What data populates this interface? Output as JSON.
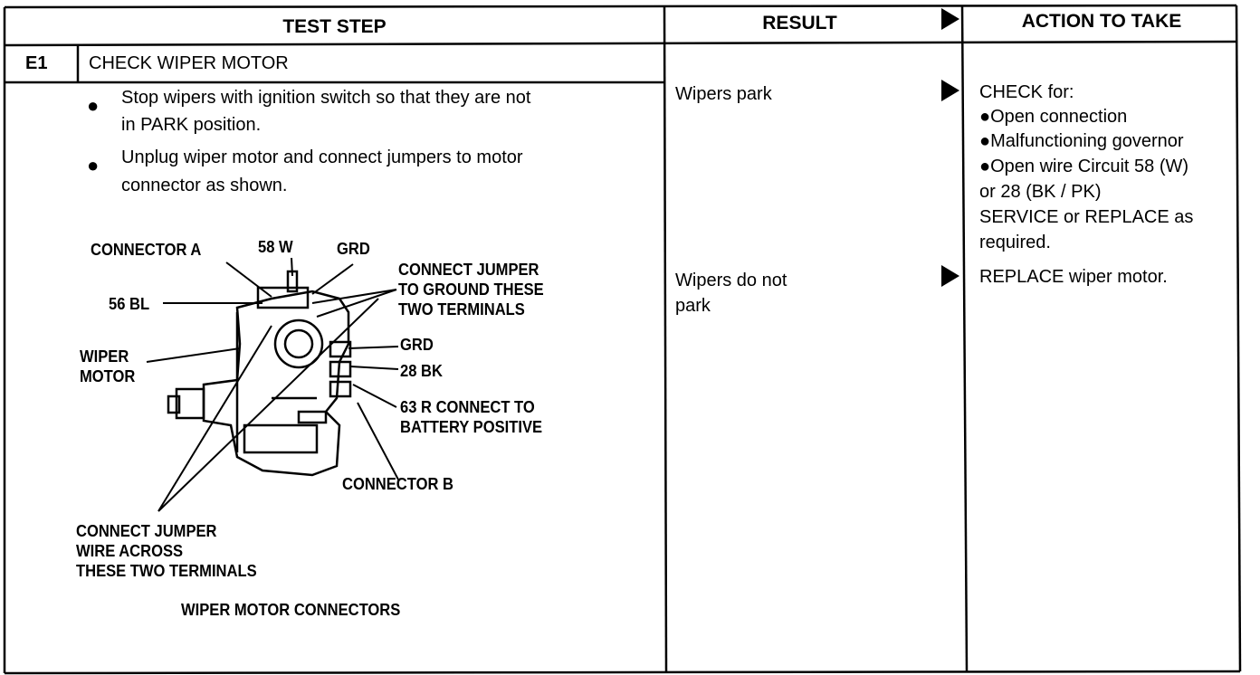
{
  "header": {
    "test_step": "TEST STEP",
    "result": "RESULT",
    "action": "ACTION TO TAKE"
  },
  "step": {
    "id": "E1",
    "title": "CHECK WIPER MOTOR",
    "bullets": [
      [
        "Stop wipers with ignition switch so that they are not",
        "in PARK position."
      ],
      [
        "Unplug wiper motor and connect jumpers to motor",
        "connector as shown."
      ]
    ]
  },
  "diagram": {
    "caption": "WIPER MOTOR CONNECTORS",
    "labels": {
      "connector_a": "CONNECTOR A",
      "w58": "58 W",
      "grd_top": "GRD",
      "bl56": "56 BL",
      "wiper_motor": [
        "WIPER",
        "MOTOR"
      ],
      "jumper_ground": [
        "CONNECT JUMPER",
        "TO GROUND THESE",
        "TWO TERMINALS"
      ],
      "grd_mid": "GRD",
      "bk28": "28 BK",
      "r63": [
        "63 R CONNECT TO",
        "BATTERY POSITIVE"
      ],
      "connector_b": "CONNECTOR B",
      "jumper_across": [
        "CONNECT JUMPER",
        "WIRE ACROSS",
        "THESE TWO TERMINALS"
      ]
    }
  },
  "results": [
    {
      "text": [
        "Wipers park"
      ]
    },
    {
      "text": [
        "Wipers do not",
        "park"
      ]
    }
  ],
  "actions": [
    {
      "text": [
        "CHECK for:",
        "●Open connection",
        "●Malfunctioning governor",
        "●Open wire Circuit 58 (W)",
        "or 28 (BK / PK)",
        "SERVICE or REPLACE as",
        "required."
      ]
    },
    {
      "text": [
        "REPLACE wiper motor."
      ]
    }
  ]
}
